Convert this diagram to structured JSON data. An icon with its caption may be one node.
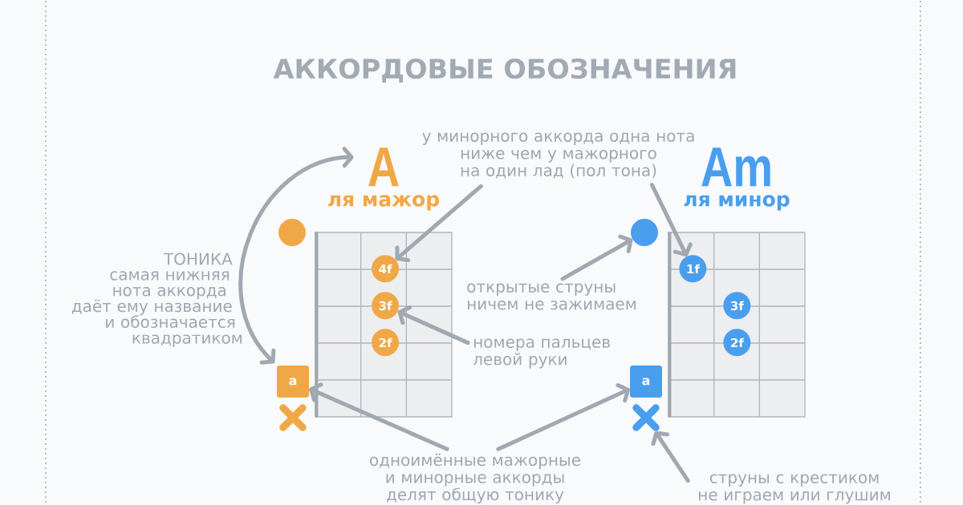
{
  "diagram": {
    "title": "АККОРДОВЫЕ ОБОЗНАЧЕНИЯ",
    "nodes": [
      {
        "text": [
          "у минорного аккорда одна нота ниже чем у мажорного на один лад (пол тона)"
        ]
      },
      {
        "text": [
          "A",
          "ля мажор"
        ]
      },
      {
        "text": [
          "Am",
          "ля минор"
        ]
      },
      {
        "text": [],
        "shape": "circle"
      },
      {
        "text": [],
        "shape": "grid"
      },
      {
        "text": [
          "4f"
        ],
        "in": 4
      },
      {
        "text": [
          "3f"
        ],
        "in": 4
      },
      {
        "text": [
          "2f"
        ],
        "in": 4
      },
      {
        "text": [
          "a"
        ]
      },
      {
        "text": [],
        "shape": "cross"
      },
      {
        "text": [
          "открытые струны ничем не зажимаем"
        ]
      },
      {
        "text": [],
        "shape": "circle"
      },
      {
        "text": [],
        "shape": "grid"
      },
      {
        "text": [
          "1f"
        ],
        "in": 12
      },
      {
        "text": [
          "3f"
        ],
        "in": 12
      },
      {
        "text": [
          "2f"
        ],
        "in": 12
      },
      {
        "text": [
          "номера пальцев левой руки"
        ]
      },
      {
        "text": [
          "a"
        ]
      },
      {
        "text": [],
        "shape": "cross"
      },
      {
        "text": [
          "одноимённые мажорные и минорные аккорды делят общую тонику"
        ]
      },
      {
        "text": [
          "струны с крестиком не играем или глушим"
        ]
      }
    ],
    "edges": [
      {
        "from": 1,
        "to": 8,
        "arrow": "both"
      },
      {
        "from": 0,
        "to": 5,
        "arrow": "to"
      },
      {
        "from": 0,
        "to": 13,
        "arrow": "to"
      },
      {
        "from": 10,
        "to": 11,
        "arrow": "to"
      },
      {
        "from": 16,
        "to": 6,
        "arrow": "to"
      },
      {
        "from": 19,
        "to": 8,
        "arrow": "to"
      },
      {
        "from": 19,
        "to": 17,
        "arrow": "to"
      },
      {
        "from": 20,
        "to": 18,
        "arrow": "to"
      }
    ],
    "labels": [
      "ТОНИКА",
      "самая нижняя нота аккорда даёт ему название и обозначается квадратиком"
    ]
  }
}
